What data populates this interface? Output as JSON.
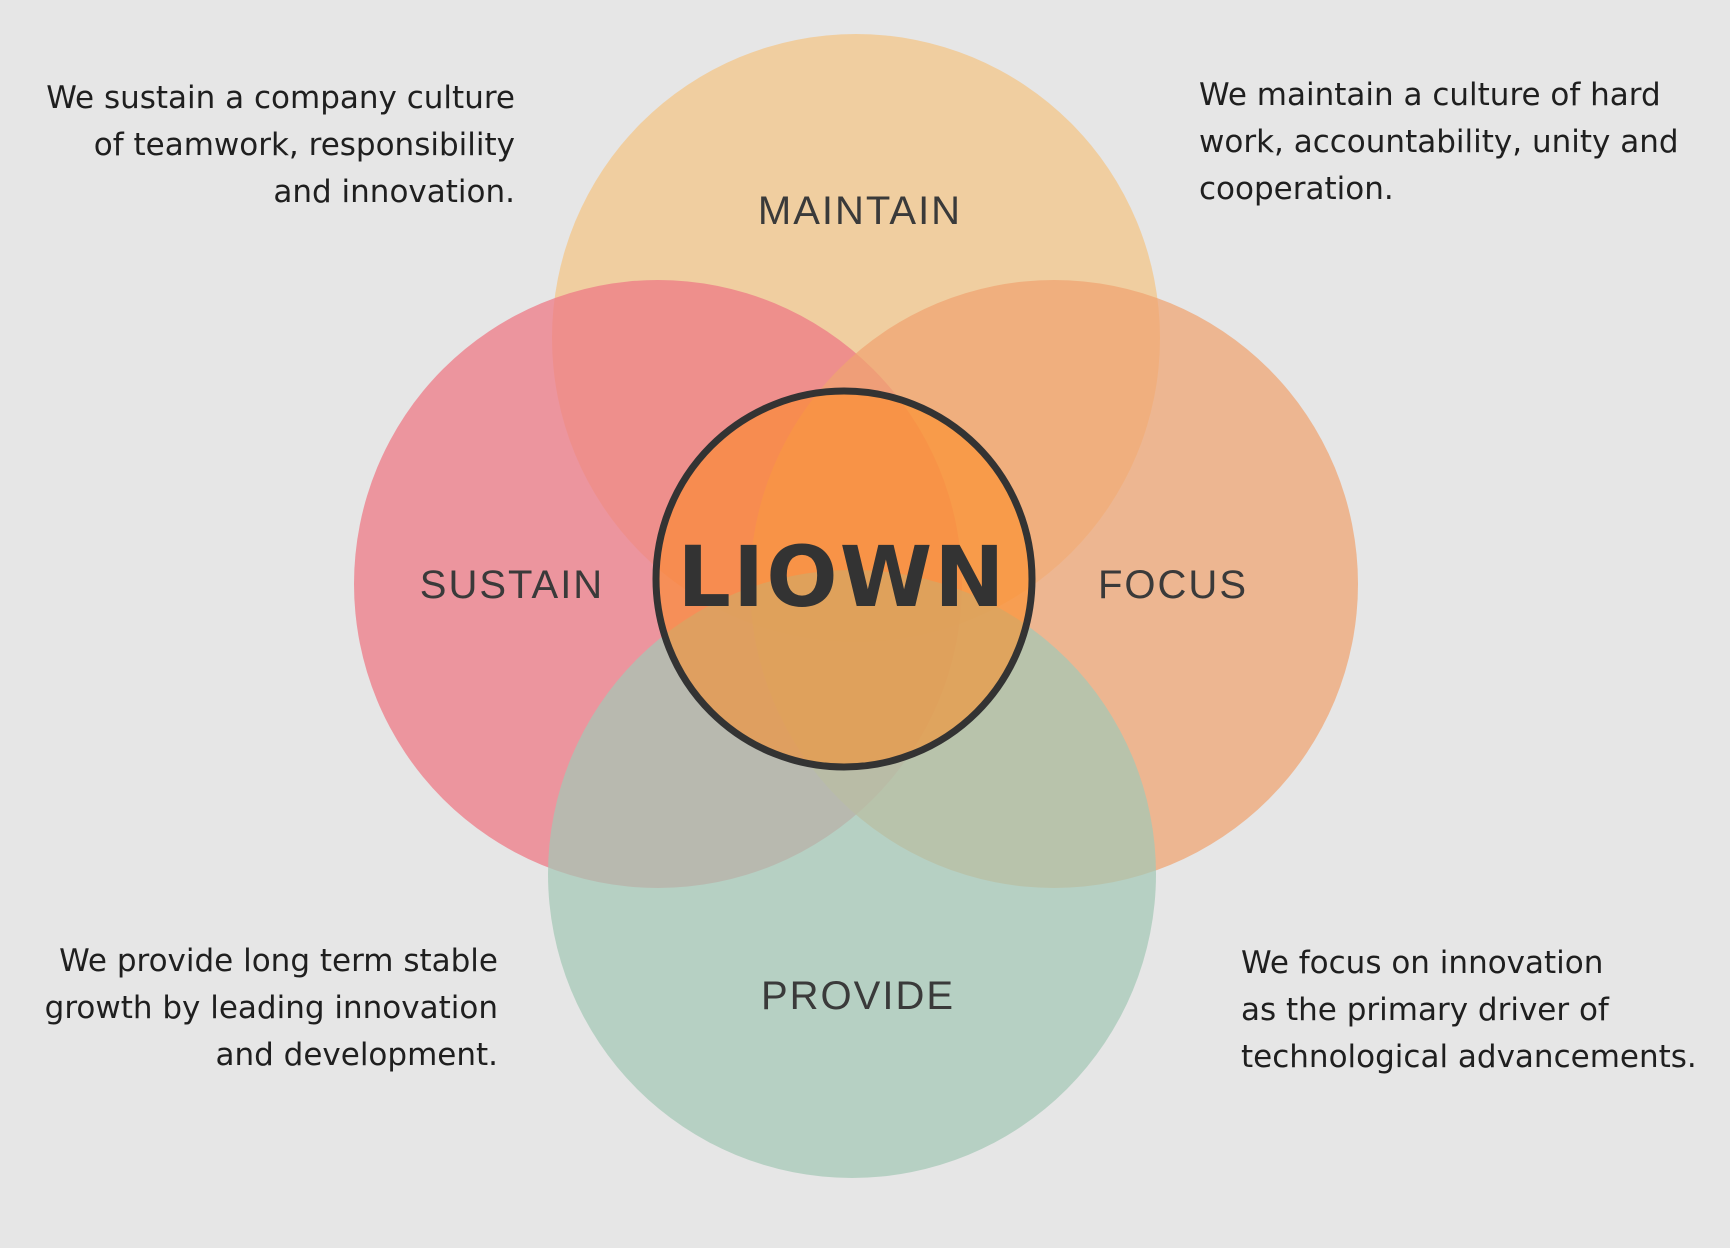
{
  "diagram": {
    "center": {
      "label": "LIOWN",
      "color": "#ff8a1f",
      "ring_color": "#333333"
    },
    "circles": [
      {
        "id": "maintain",
        "label": "MAINTAIN",
        "color": "#f3c88e"
      },
      {
        "id": "sustain",
        "label": "SUSTAIN",
        "color": "#ee7a85"
      },
      {
        "id": "focus",
        "label": "FOCUS",
        "color": "#f0a470"
      },
      {
        "id": "provide",
        "label": "PROVIDE",
        "color": "#a3c8b5"
      }
    ]
  },
  "descriptions": {
    "sustain": "We sustain a company culture\nof teamwork, responsibility\nand innovation.",
    "maintain": "We maintain a culture of hard\nwork, accountability, unity and\ncooperation.",
    "provide": "We provide long term stable\ngrowth by leading innovation\nand development.",
    "focus": "We focus on innovation\nas the primary driver of\ntechnological advancements."
  }
}
